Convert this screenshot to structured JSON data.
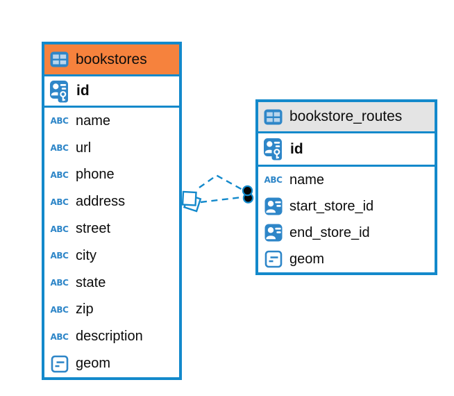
{
  "diagram": {
    "colors": {
      "outline_blue": "#1389CB",
      "icon_blue": "#2E86C8",
      "bookstores_header": "#F6823D",
      "routes_header": "#E4E4E4"
    },
    "icons": {
      "text_type_glyph": "ABC"
    },
    "tables": [
      {
        "name": "bookstores",
        "primary_key": {
          "name": "id"
        },
        "columns": [
          {
            "name": "name",
            "type": "text"
          },
          {
            "name": "url",
            "type": "text"
          },
          {
            "name": "phone",
            "type": "text"
          },
          {
            "name": "address",
            "type": "text"
          },
          {
            "name": "street",
            "type": "text"
          },
          {
            "name": "city",
            "type": "text"
          },
          {
            "name": "state",
            "type": "text"
          },
          {
            "name": "zip",
            "type": "text"
          },
          {
            "name": "description",
            "type": "text"
          },
          {
            "name": "geom",
            "type": "geometry"
          }
        ]
      },
      {
        "name": "bookstore_routes",
        "primary_key": {
          "name": "id"
        },
        "columns": [
          {
            "name": "name",
            "type": "text"
          },
          {
            "name": "start_store_id",
            "type": "reference"
          },
          {
            "name": "end_store_id",
            "type": "reference"
          },
          {
            "name": "geom",
            "type": "geometry"
          }
        ]
      }
    ],
    "relationships": [
      {
        "from": "bookstore_routes.start_store_id",
        "to": "bookstores.id",
        "style": "dashed"
      },
      {
        "from": "bookstore_routes.end_store_id",
        "to": "bookstores.id",
        "style": "dashed"
      }
    ]
  }
}
